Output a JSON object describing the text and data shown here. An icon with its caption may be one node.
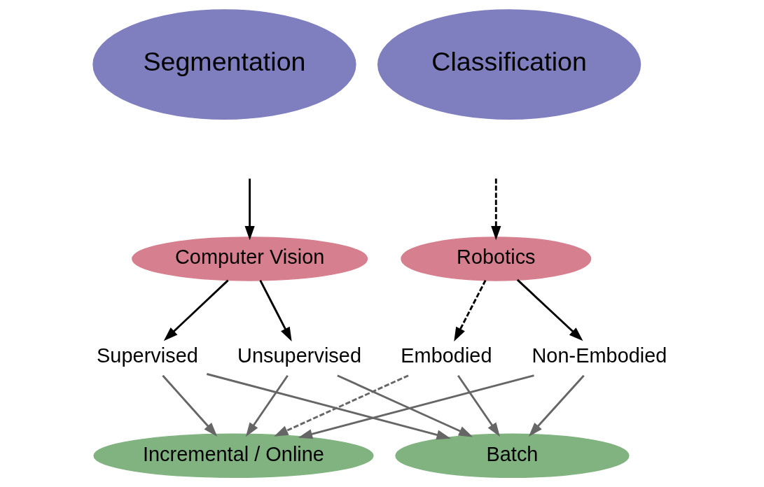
{
  "diagram": {
    "nodes": [
      {
        "text": [
          "Segmentation"
        ]
      },
      {
        "text": [
          "Classification"
        ]
      },
      {
        "text": [
          "Computer Vision"
        ]
      },
      {
        "text": [
          "Robotics"
        ]
      },
      {
        "text": [
          "Supervised"
        ]
      },
      {
        "text": [
          "Unsupervised"
        ]
      },
      {
        "text": [
          "Embodied"
        ]
      },
      {
        "text": [
          "Non-Embodied"
        ]
      },
      {
        "text": [
          "Incremental / Online"
        ]
      },
      {
        "text": [
          "Batch"
        ]
      }
    ],
    "edges": [
      {
        "from": null,
        "to": 2,
        "arrow": "to",
        "color": "#000000"
      },
      {
        "from": null,
        "to": 3,
        "arrow": "to",
        "style": "dashed",
        "color": "#000000"
      },
      {
        "from": 2,
        "to": 4,
        "arrow": "to",
        "color": "#000000"
      },
      {
        "from": 2,
        "to": 5,
        "arrow": "to",
        "color": "#000000"
      },
      {
        "from": 3,
        "to": 6,
        "arrow": "to",
        "style": "dashed",
        "color": "#000000"
      },
      {
        "from": 3,
        "to": 7,
        "arrow": "to",
        "color": "#000000"
      },
      {
        "from": 4,
        "to": 8,
        "arrow": "to"
      },
      {
        "from": 4,
        "to": 9,
        "arrow": "to"
      },
      {
        "from": 5,
        "to": 8,
        "arrow": "to"
      },
      {
        "from": 5,
        "to": 9,
        "arrow": "to"
      },
      {
        "from": 6,
        "to": 8,
        "arrow": "to",
        "style": "dashed"
      },
      {
        "from": 6,
        "to": 9,
        "arrow": "to"
      },
      {
        "from": 7,
        "to": 8,
        "arrow": "to"
      },
      {
        "from": 7,
        "to": 9,
        "arrow": "to"
      }
    ]
  }
}
